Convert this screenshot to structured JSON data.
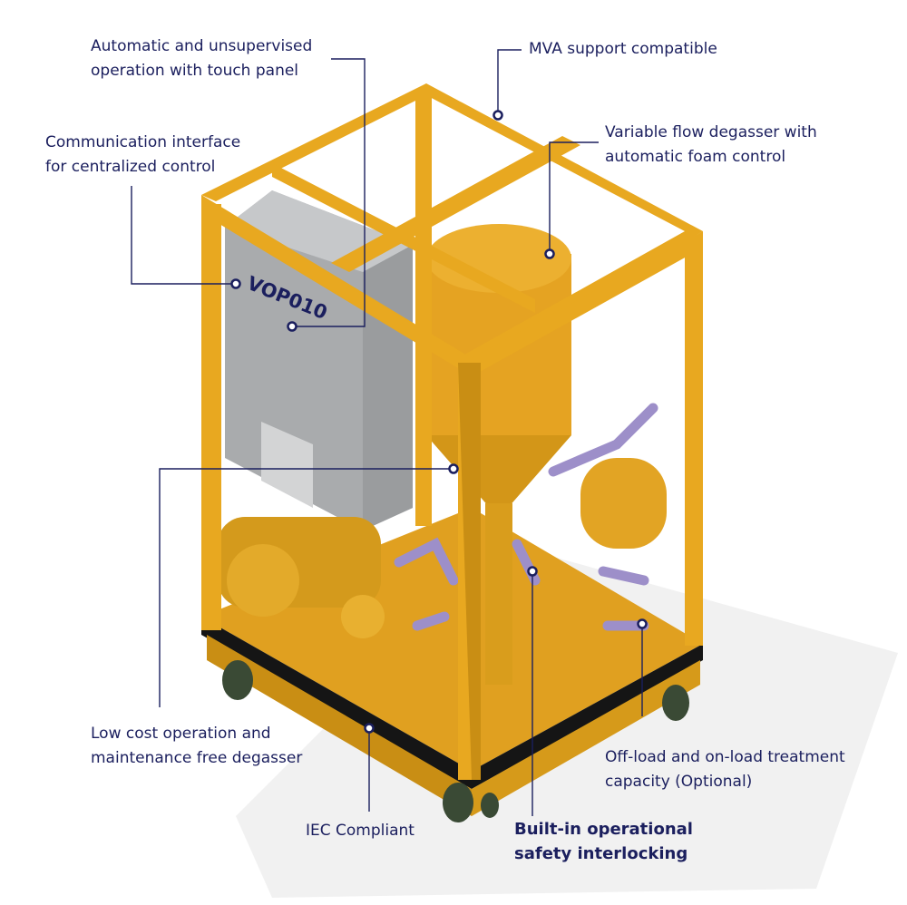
{
  "model_label": "VOP010",
  "colors": {
    "frame": "#e8a820",
    "text": "#1b1f5e",
    "panel": "#a9abad",
    "pipes": "#9d8fc9"
  },
  "callouts": [
    {
      "lines": [
        "Automatic and unsupervised",
        "operation with touch panel"
      ]
    },
    {
      "lines": [
        "Communication interface",
        "for centralized control"
      ]
    },
    {
      "lines": [
        "MVA support compatible"
      ]
    },
    {
      "lines": [
        "Variable flow degasser with",
        "automatic foam control"
      ]
    },
    {
      "lines": [
        "Low cost operation and",
        "maintenance free degasser"
      ]
    },
    {
      "lines": [
        "IEC Compliant"
      ]
    },
    {
      "lines": [
        "Built-in operational",
        "safety interlocking"
      ]
    },
    {
      "lines": [
        "Off-load and on-load treatment",
        "capacity (Optional)"
      ]
    }
  ]
}
